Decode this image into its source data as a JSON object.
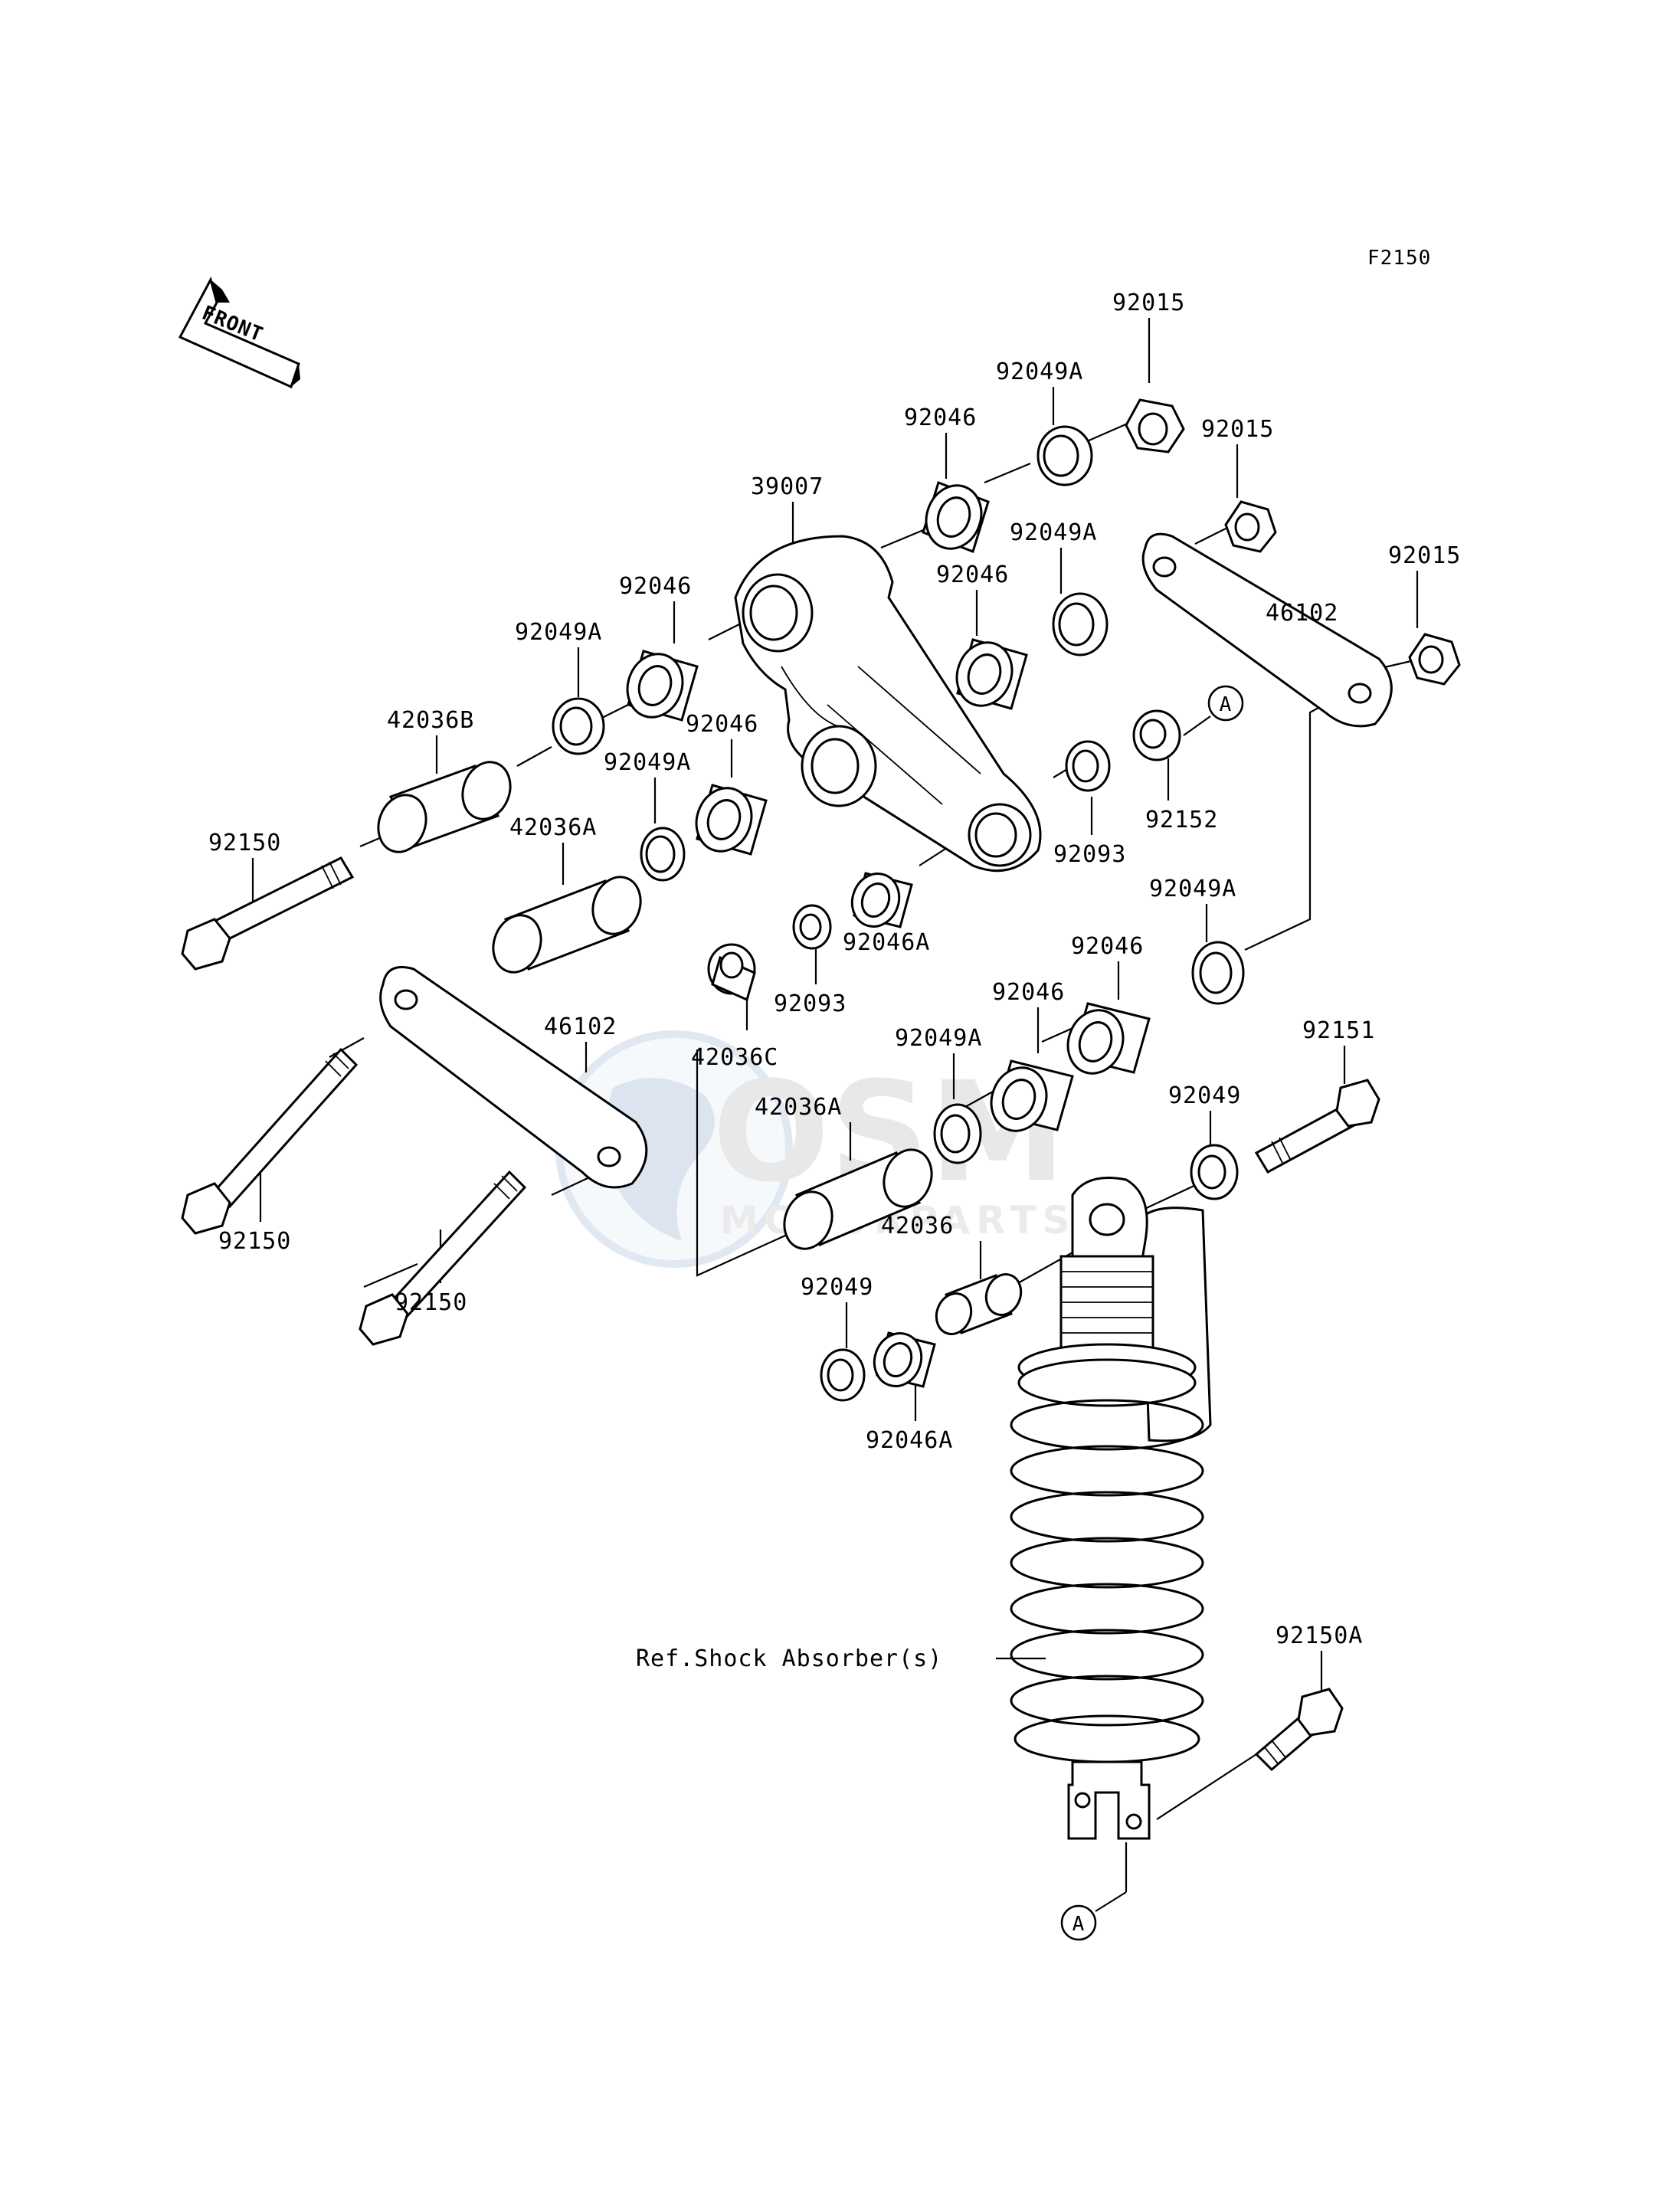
{
  "figure_code": "F2150",
  "front_label": "FRONT",
  "ref_marker": "A",
  "watermark": {
    "brand": "OSM",
    "sub": "MOTORPARTS"
  },
  "callouts": {
    "p92015_a": "92015",
    "p92015_b": "92015",
    "p92015_c": "92015",
    "p92049A_a": "92049A",
    "p92049A_b": "92049A",
    "p92049A_c": "92049A",
    "p92049A_d": "92049A",
    "p92049A_e": "92049A",
    "p92049A_f": "92049A",
    "p92046_a": "92046",
    "p92046_b": "92046",
    "p92046_c": "92046",
    "p92046_d": "92046",
    "p92046_e": "92046",
    "p92046_f": "92046",
    "p39007": "39007",
    "p46102_a": "46102",
    "p46102_b": "46102",
    "p42036B": "42036B",
    "p42036A_a": "42036A",
    "p42036A_b": "42036A",
    "p92150_a": "92150",
    "p92150_b": "92150",
    "p92150_c": "92150",
    "p92152": "92152",
    "p92093_a": "92093",
    "p92093_b": "92093",
    "p92046A_a": "92046A",
    "p92046A_b": "92046A",
    "p42036C": "42036C",
    "p92151": "92151",
    "p92049_a": "92049",
    "p92049_b": "92049",
    "p42036": "42036",
    "ref_shock": "Ref.Shock Absorber(s)",
    "p92150A": "92150A"
  }
}
